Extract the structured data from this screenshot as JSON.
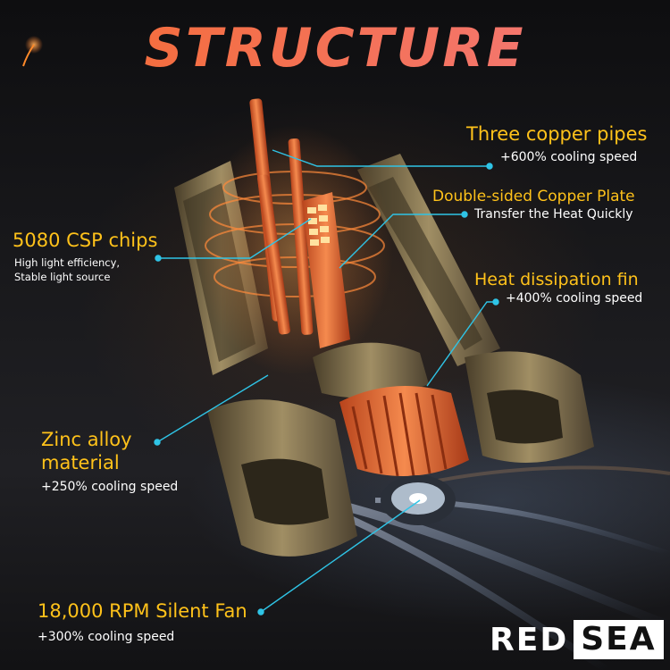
{
  "title": "STRUCTURE",
  "brand": {
    "part1": "RED",
    "part2": "SEA"
  },
  "callouts": {
    "copper_pipes": {
      "title": "Three copper pipes",
      "sub": "+600% cooling speed"
    },
    "copper_plate": {
      "title": "Double-sided Copper Plate",
      "sub": "Transfer the Heat Quickly"
    },
    "csp_chips": {
      "title": "5080 CSP chips",
      "sub1": "High light efficiency,",
      "sub2": "Stable light source"
    },
    "heat_fin": {
      "title": "Heat dissipation fin",
      "sub": "+400% cooling speed"
    },
    "zinc_alloy": {
      "title1": "Zinc alloy",
      "title2": "material",
      "sub": "+250% cooling speed"
    },
    "fan": {
      "title": "18,000 RPM Silent Fan",
      "sub": "+300% cooling speed"
    }
  },
  "colors": {
    "title": "#f4725a",
    "callout": "#ffc21a",
    "leader": "#2fc4e6",
    "copper": "#e8692f"
  }
}
